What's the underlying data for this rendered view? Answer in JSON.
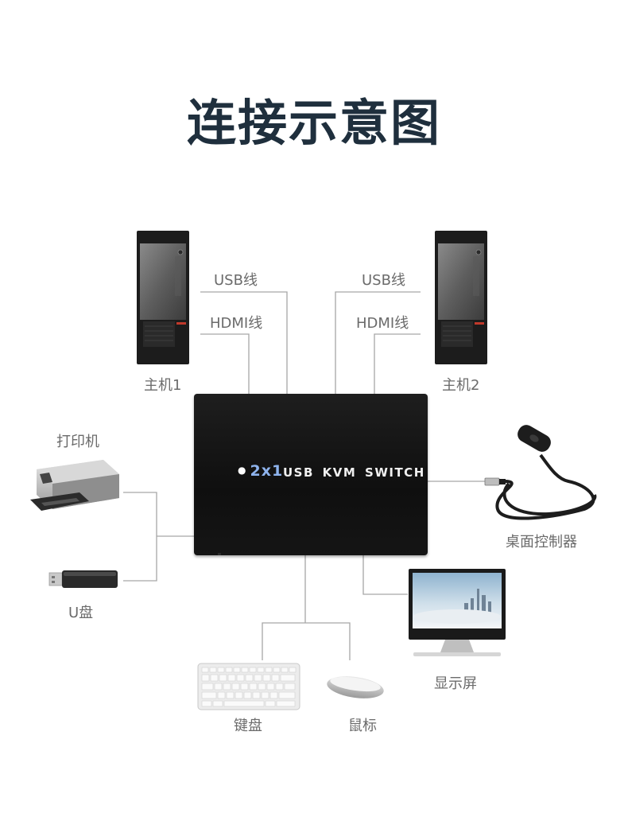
{
  "title": "连接示意图",
  "device": {
    "kvm": {
      "logo": "2x1",
      "name": "USB KVM SWITCH"
    },
    "host1": "主机1",
    "host2": "主机2",
    "printer": "打印机",
    "usb_drive": "U盘",
    "desk_controller": "桌面控制器",
    "monitor": "显示屏",
    "keyboard": "键盘",
    "mouse": "鼠标"
  },
  "cables": {
    "usb_left": "USB线",
    "hdmi_left": "HDMI线",
    "usb_right": "USB线",
    "hdmi_right": "HDMI线"
  },
  "colors": {
    "title": "#1f2f3d",
    "line": "#a6a6a6",
    "label": "#6b6b6b",
    "kvm_body": "#151515",
    "kvm_logo": "#8fb4ee"
  }
}
